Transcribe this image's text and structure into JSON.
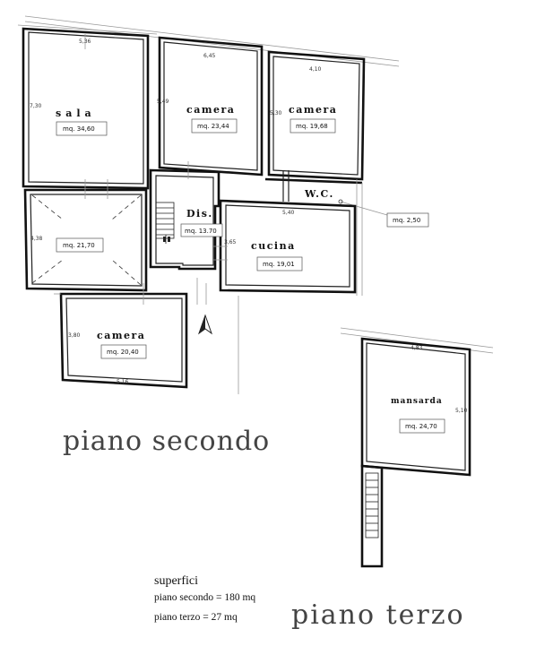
{
  "rooms": [
    {
      "id": "sala",
      "name": "sala",
      "area": "mq. 34,60"
    },
    {
      "id": "camera-1",
      "name": "camera",
      "area": "mq. 23,44"
    },
    {
      "id": "camera-2",
      "name": "camera",
      "area": "mq. 19,68"
    },
    {
      "id": "room-unlabeled",
      "name": "",
      "area": "mq. 21,70"
    },
    {
      "id": "dis",
      "name": "Dis.",
      "area": "mq. 13.70"
    },
    {
      "id": "wc",
      "name": "W.C.",
      "area": "mq. 2,50"
    },
    {
      "id": "cucina",
      "name": "cucina",
      "area": "mq. 19,01"
    },
    {
      "id": "camera-3",
      "name": "camera",
      "area": "mq. 20,40"
    },
    {
      "id": "mansarda",
      "name": "mansarda",
      "area": "mq. 24,70"
    }
  ],
  "dimensions": {
    "sala_width": "5,36",
    "sala_height": "7,30",
    "camera1_width": "6,45",
    "camera1_height": "5,49",
    "camera2_width": "4,10",
    "camera2_height": "5,30",
    "cucina_width": "5,40",
    "dis_height": "3,65",
    "room_height": "4,38",
    "camera3_height": "3,80",
    "camera3_width": "5,16",
    "mansarda_width": "4,83",
    "mansarda_height": "5,10"
  },
  "labels": {
    "piano_secondo": "piano secondo",
    "piano_terzo": "piano terzo",
    "superfici": "superfici",
    "sum_secondo": "piano secondo = 180 mq",
    "sum_terzo": "piano terzo = 27 mq"
  },
  "icons": {
    "north": "north-arrow-icon"
  }
}
